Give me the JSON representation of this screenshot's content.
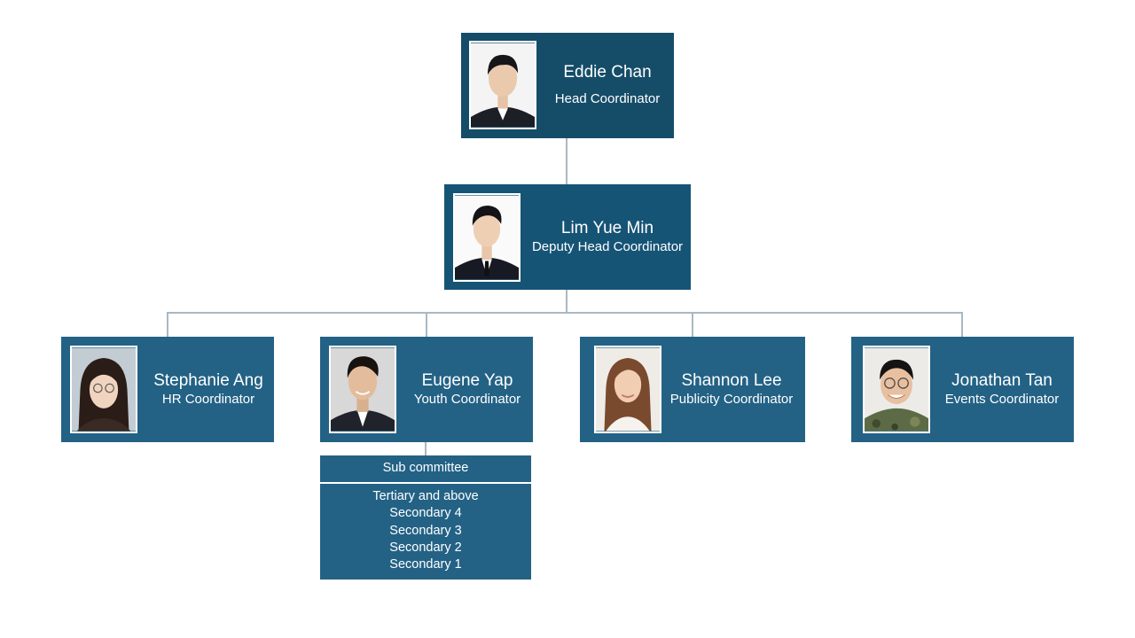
{
  "colors": {
    "head_box": "#154d69",
    "deputy_box": "#165476",
    "member_box": "#236285",
    "connector": "#a9b8c4"
  },
  "head": {
    "name": "Eddie Chan",
    "role": "Head Coordinator",
    "photo_icon": "person-photo-icon"
  },
  "deputy": {
    "name": "Lim Yue Min",
    "role": "Deputy Head Coordinator",
    "photo_icon": "person-photo-icon"
  },
  "members": [
    {
      "name": "Stephanie Ang",
      "role": "HR Coordinator"
    },
    {
      "name": "Eugene Yap",
      "role": "Youth Coordinator"
    },
    {
      "name": "Shannon Lee",
      "role": "Publicity Coordinator"
    },
    {
      "name": "Jonathan Tan",
      "role": "Events Coordinator"
    }
  ],
  "subcommittee": {
    "title": "Sub committee",
    "items": [
      "Tertiary and above",
      "Secondary 4",
      "Secondary 3",
      "Secondary 2",
      "Secondary 1"
    ]
  }
}
